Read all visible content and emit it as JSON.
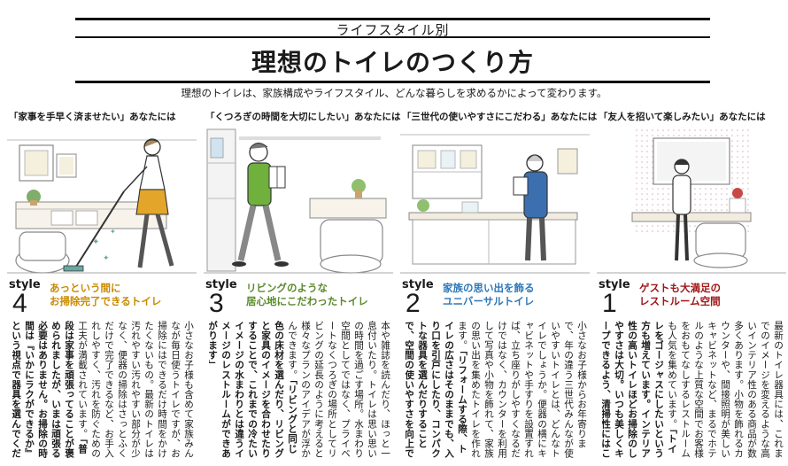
{
  "header": {
    "category": "ライフスタイル別",
    "title": "理想のトイレのつくり方",
    "lead": "理想のトイレは、家族構成やライフスタイル、どんな暮らしを求めるかによって変わります。"
  },
  "columns": [
    {
      "heading": "「家事を手早く済ませたい」あなたには",
      "style_label": "style",
      "style_number": "4",
      "subtitle_1": "あっという間に",
      "subtitle_2": "お掃除完了できるトイレ",
      "accent": "#c98a00",
      "body_1": "小さなお子様も含めて家族みんなが毎日使うトイレですが、お掃除にはできるだけ時間をかけたくないもの。最新のトイレは汚れやすい汚れやすい部分が少なく、便器の掃除はさっとふくだけで完了できるなど、お手入れしやすく、汚れを防ぐための工夫が満載されています。",
      "body_2": "「普段は家事を頑張ってることが褒められましたが、いまは頑張る必要はありません。お掃除の時間は『いかにラクができるか』という視点で器具を選んでください」"
    },
    {
      "heading": "「くつろぎの時間を大切にしたい」あなたには",
      "style_label": "style",
      "style_number": "3",
      "subtitle_1": "リビングのような",
      "subtitle_2": "居心地にこだわったトイレ",
      "accent": "#5a8a2c",
      "body_1": "本や雑誌を読んだり、ほっと一息付いたり。トイレは思い思いの時間を過ごす場所。水まわり空間としてではなく、プライベートなくつろぎの場所としてリビングの延長のように考えると様々なプランのアイデアが浮かんできます。",
      "body_2": "「リビングと同じ色の床材を選んだり、リビングと家具のイメージを合わせたりすることで、これまでの冷たいイメージの水まわりとは違うイメージのレストルームができあがります」"
    },
    {
      "heading": "「三世代の使いやすさにこだわる」あなたには",
      "style_label": "style",
      "style_number": "2",
      "subtitle_1": "家族の思い出を飾る",
      "subtitle_2": "ユニバーサルトイレ",
      "accent": "#2f78b8",
      "body_1": "小さなお子様からお年寄りまで、年の違う三世代みんなが使いやすいトイレとは、どんなトイレでしょうか。便器の横にキャビネットや手すりを設置すれば、立ち座りがしやすくなるだけではなく、カウンターを利用して写真や小物を飾れて、家族の思い出を集めたトイレを作れます。",
      "body_2": "「リフォームする際、トイレの広さはそのままでも、入り口を引戸にしたり、コンパクトな器具を選んだりすることで、空間の使いやすさを向上できます」"
    },
    {
      "heading": "「友人を招いて楽しみたい」あなたには",
      "style_label": "style",
      "style_number": "1",
      "subtitle_1": "ゲストも大満足の",
      "subtitle_2": "レストルーム空間",
      "accent": "#a01818",
      "body_1": "最新のトイレ器具には、これまでのイメージを変えるような高いインテリア性のある商品が数多くあります。小物を飾れるカウンターや、間接照明が美しいキャビネットなど、まるでホテルのような上質な空間でお客様をおもてなしするレストルームも人気を集めています。",
      "body_2": "「トイレをゴージャスにしたいという方も増えています。インテリア性の高いトイレほどお掃除のしやすさは大切。いつも美しくキープできるよう、清掃性にはこだわって選んでください」"
    }
  ]
}
